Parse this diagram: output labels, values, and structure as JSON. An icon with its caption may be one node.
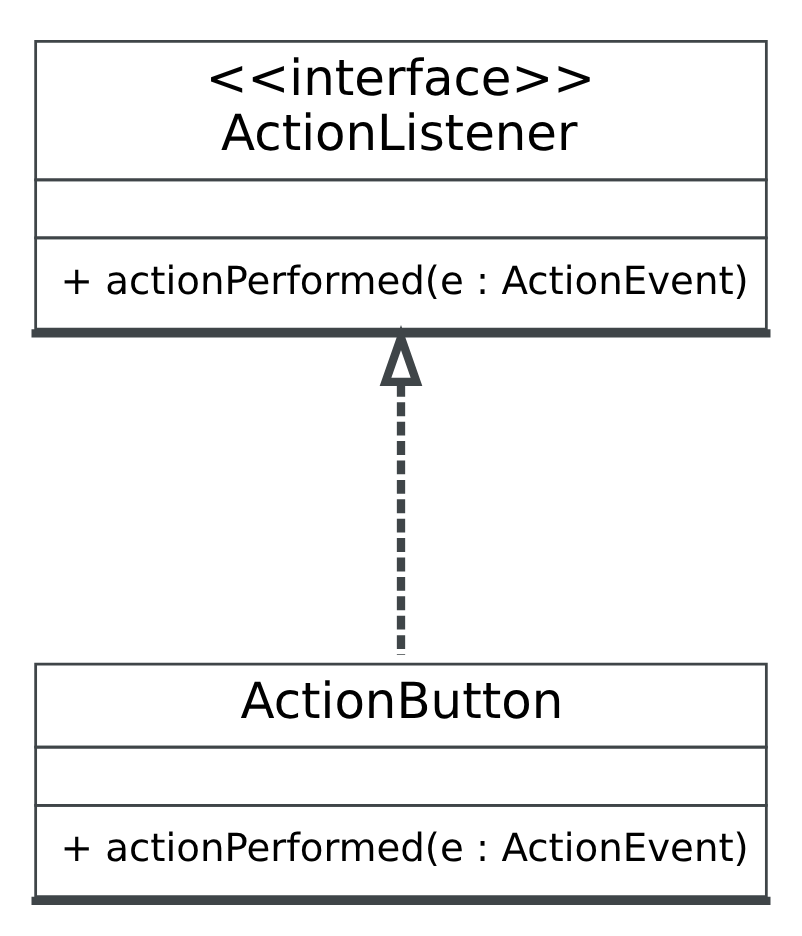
{
  "diagram": {
    "nodes": [
      {
        "text": [
          "<<interface>>",
          "ActionListener",
          "+ actionPerformed(e : ActionEvent)"
        ]
      },
      {
        "text": [
          "ActionButton",
          "+ actionPerformed(e : ActionEvent)"
        ]
      }
    ],
    "edges": [
      {
        "from": 1,
        "to": 0,
        "arrow": "to",
        "style": "dashed"
      }
    ]
  }
}
